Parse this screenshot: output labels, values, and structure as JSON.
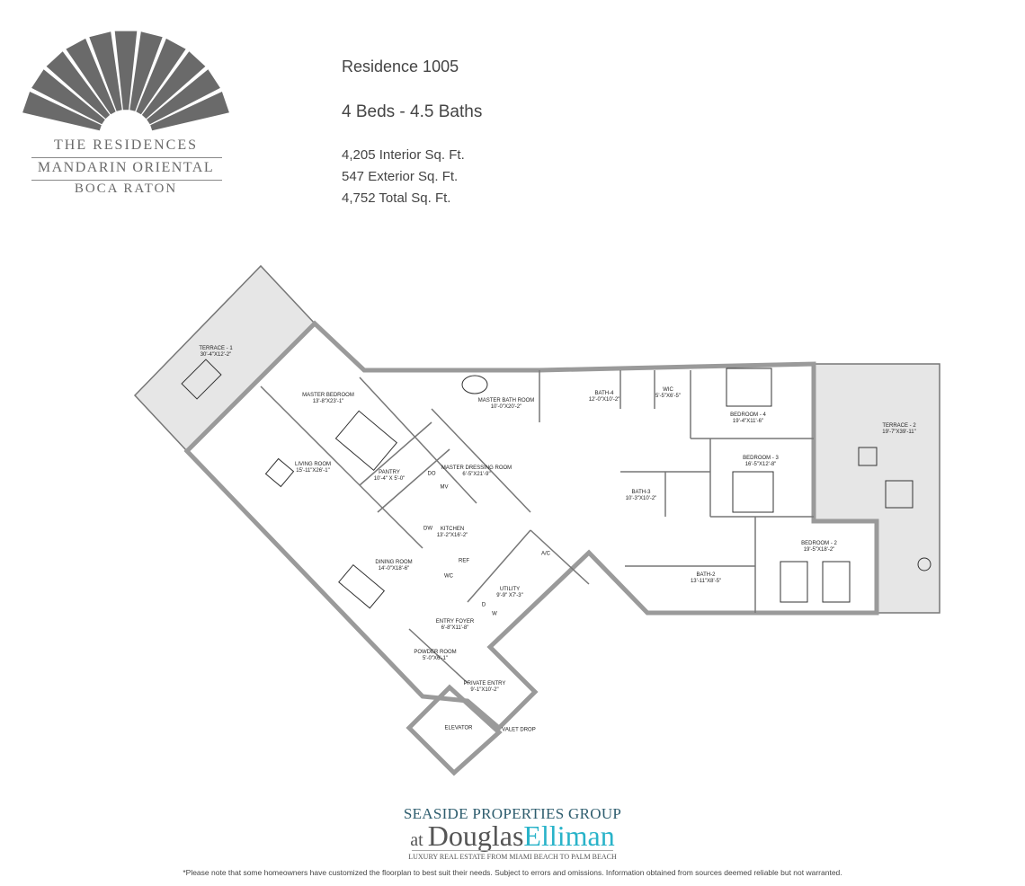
{
  "brand": {
    "line1": "THE RESIDENCES",
    "line2": "MANDARIN ORIENTAL",
    "line3": "BOCA RATON",
    "logo_color": "#6a6a6a"
  },
  "header": {
    "residence": "Residence 1005",
    "beds_baths": "4 Beds - 4.5 Baths",
    "interior": "4,205 Interior Sq. Ft.",
    "exterior": "547 Exterior Sq. Ft.",
    "total": "4,752 Total Sq. Ft."
  },
  "rooms": [
    {
      "name": "TERRACE - 1",
      "size": "30'-4\"X12'-2\""
    },
    {
      "name": "MASTER BEDROOM",
      "size": "13'-8\"X23'-1\""
    },
    {
      "name": "MASTER BATH ROOM",
      "size": "10'-0\"X20'-2\""
    },
    {
      "name": "BATH-4",
      "size": "12'-0\"X10'-2\""
    },
    {
      "name": "WIC",
      "size": "5'-5\"X6'-5\""
    },
    {
      "name": "BEDROOM - 4",
      "size": "19'-4\"X11'-6\""
    },
    {
      "name": "TERRACE - 2",
      "size": "19'-7\"X39'-11\""
    },
    {
      "name": "LIVING ROOM",
      "size": "15'-11\"X26'-1\""
    },
    {
      "name": "PANTRY",
      "size": "10'-4\" X 5'-0\""
    },
    {
      "name": "MASTER DRESSING ROOM",
      "size": "6'-5\"X21'-9\""
    },
    {
      "name": "BEDROOM - 3",
      "size": "16'-5\"X12'-8\""
    },
    {
      "name": "BATH-3",
      "size": "10'-3\"X10'-2\""
    },
    {
      "name": "KITCHEN",
      "size": "13'-2\"X16'-2\""
    },
    {
      "name": "BEDROOM - 2",
      "size": "19'-5\"X18'-2\""
    },
    {
      "name": "A/C",
      "size": ""
    },
    {
      "name": "BATH-2",
      "size": "13'-11\"X8'-5\""
    },
    {
      "name": "DINING ROOM",
      "size": "14'-0\"X18'-6\""
    },
    {
      "name": "UTILITY",
      "size": "9'-9\" X7'-3\""
    },
    {
      "name": "ENTRY FOYER",
      "size": "6'-8\"X11'-8\""
    },
    {
      "name": "POWDER ROOM",
      "size": "5'-0\"X6'-1\""
    },
    {
      "name": "PRIVATE ENTRY",
      "size": "9'-1\"X10'-2\""
    },
    {
      "name": "ELEVATOR",
      "size": ""
    },
    {
      "name": "VALET DROP",
      "size": ""
    }
  ],
  "fixtures": {
    "do": "DO",
    "mv": "MV",
    "dw": "DW",
    "ref": "REF",
    "wc": "WC",
    "d": "D",
    "w": "W"
  },
  "footer": {
    "group": "SEASIDE PROPERTIES GROUP",
    "at": "at ",
    "douglas": "Douglas",
    "elliman": "Elliman",
    "tagline": "LUXURY REAL ESTATE FROM MIAMI BEACH TO PALM BEACH",
    "disclaimer": "*Please note that some homeowners have customized the floorplan to best suit their needs. Subject to errors and omissions. Information obtained from sources deemed reliable but not warranted.",
    "douglas_color": "#555555",
    "elliman_color": "#29b3c9"
  }
}
